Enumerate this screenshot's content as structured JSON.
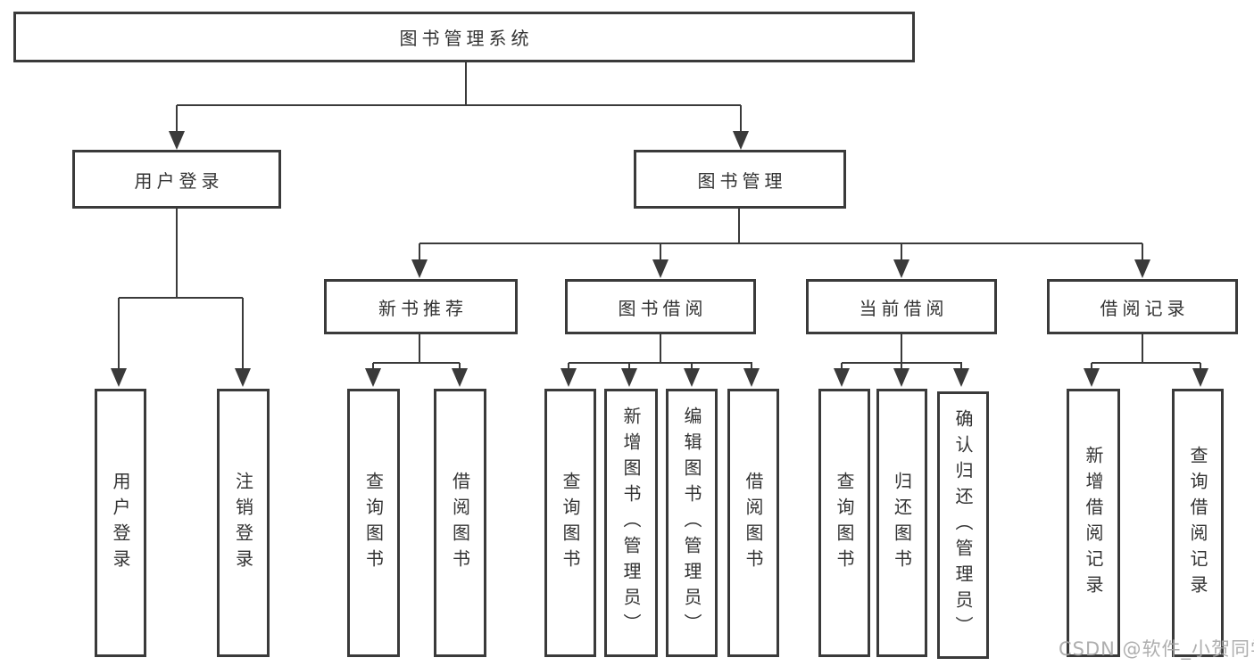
{
  "diagram": {
    "root": {
      "label": "图书管理系统"
    },
    "branches": [
      {
        "label": "用户登录",
        "children": [
          {
            "label": "用户登录"
          },
          {
            "label": "注销登录"
          }
        ]
      },
      {
        "label": "图书管理",
        "children": [
          {
            "label": "新书推荐",
            "children": [
              {
                "label": "查询图书"
              },
              {
                "label": "借阅图书"
              }
            ]
          },
          {
            "label": "图书借阅",
            "children": [
              {
                "label": "查询图书"
              },
              {
                "label": "新增图书（管理员）"
              },
              {
                "label": "编辑图书（管理员）"
              },
              {
                "label": "借阅图书"
              }
            ]
          },
          {
            "label": "当前借阅",
            "children": [
              {
                "label": "查询图书"
              },
              {
                "label": "归还图书"
              },
              {
                "label": "确认归还（管理员）"
              }
            ]
          },
          {
            "label": "借阅记录",
            "children": [
              {
                "label": "新增借阅记录"
              },
              {
                "label": "查询借阅记录"
              }
            ]
          }
        ]
      }
    ]
  },
  "watermark": {
    "text": "CSDN @软件_小贺同学"
  },
  "colors": {
    "line": "#3a3a3a",
    "box_border": "#3a3a3a",
    "text": "#333333",
    "watermark": "#a6a6a6",
    "background": "#ffffff"
  }
}
